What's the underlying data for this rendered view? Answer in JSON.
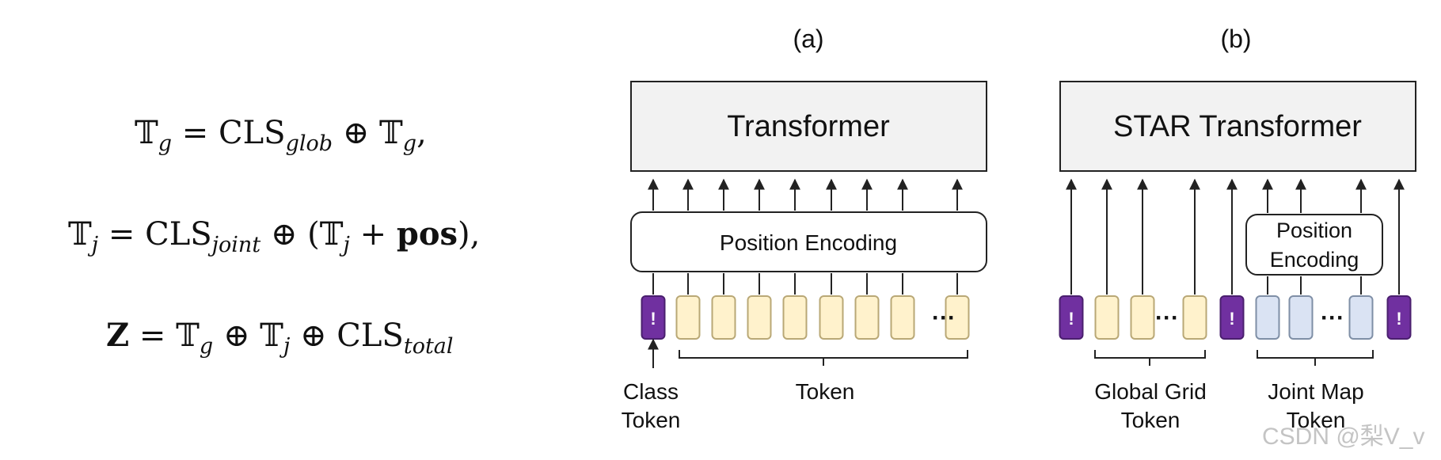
{
  "equations": {
    "eq1": {
      "lhs_symbol": "𝕋",
      "lhs_sub": "g",
      "rhs_cls": "CLS",
      "rhs_cls_sub": "glob",
      "op": "⊕",
      "rhs_symbol": "𝕋",
      "rhs_sub": "g",
      "tail": ","
    },
    "eq2": {
      "lhs_symbol": "𝕋",
      "lhs_sub": "j",
      "rhs_cls": "CLS",
      "rhs_cls_sub": "joint",
      "op": "⊕",
      "paren_open": "(",
      "inner_symbol": "𝕋",
      "inner_sub": "j",
      "plus": "+",
      "pos": "pos",
      "paren_close": "),",
      "tail": ""
    },
    "eq3": {
      "lhs": "Z",
      "equals": "=",
      "t1": "𝕋",
      "t1_sub": "g",
      "op1": "⊕",
      "t2": "𝕋",
      "t2_sub": "j",
      "op2": "⊕",
      "cls": "CLS",
      "cls_sub": "total"
    }
  },
  "diagram_a": {
    "panel_label": "(a)",
    "transformer_label": "Transformer",
    "encoding_label": "Position Encoding",
    "class_token_symbol": "!",
    "ellipsis": "···",
    "class_token_caption": [
      "Class",
      "Token"
    ],
    "token_caption": "Token"
  },
  "diagram_b": {
    "panel_label": "(b)",
    "transformer_label": "STAR Transformer",
    "encoding_label": [
      "Position",
      "Encoding"
    ],
    "class_token_symbol": "!",
    "ellipsis": "···",
    "global_caption": [
      "Global Grid",
      "Token"
    ],
    "joint_caption": [
      "Joint Map",
      "Token"
    ]
  },
  "colors": {
    "transformer_fill": "#f2f2f2",
    "class_token": "#7030a0",
    "grid_token": "#fff2cc",
    "grid_token_stroke": "#b9a876",
    "joint_token": "#dae3f3",
    "joint_token_stroke": "#7f8fa6",
    "line": "#222222"
  },
  "watermark": "CSDN @梨V_v"
}
